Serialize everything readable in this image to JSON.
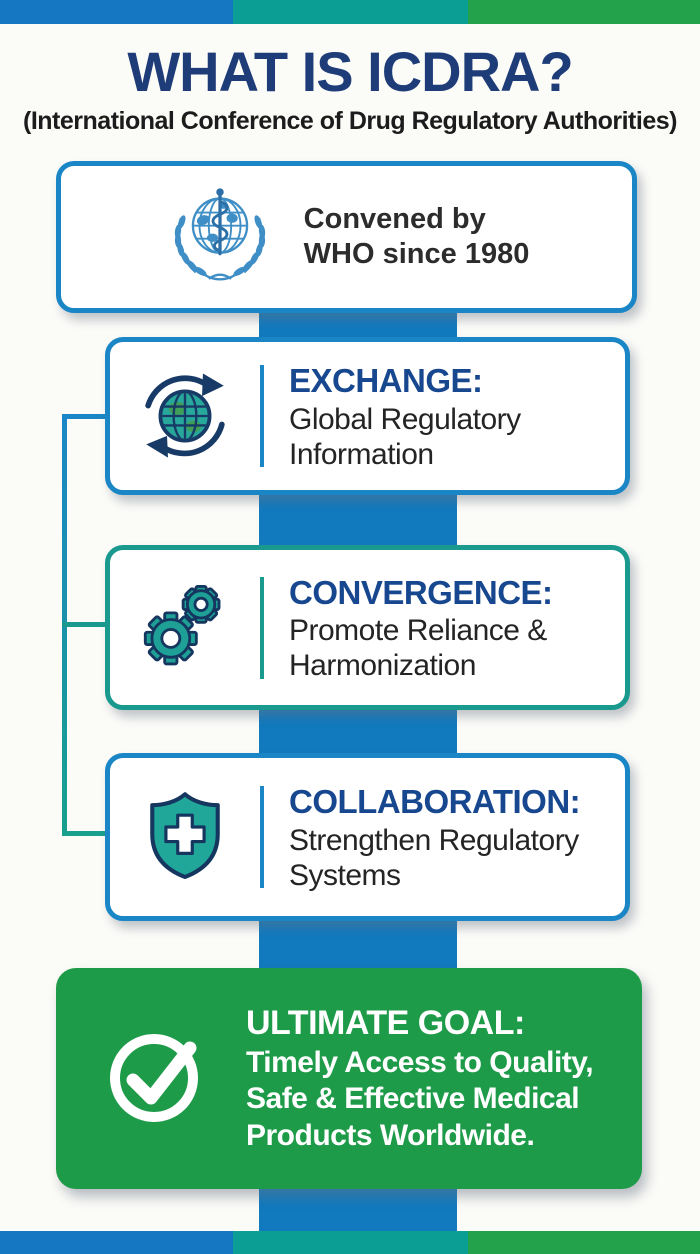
{
  "header": {
    "title": "WHAT IS ICDRA?",
    "subtitle": "(International Conference of Drug Regulatory Authorities)"
  },
  "who_card": {
    "icon": "who-logo-icon",
    "line1": "Convened by",
    "line2": "WHO since 1980"
  },
  "feature_cards": [
    {
      "icon": "globe-exchange-icon",
      "heading": "EXCHANGE:",
      "line1": "Global Regulatory",
      "line2": "Information",
      "accent": "#1b86c6"
    },
    {
      "icon": "gears-icon",
      "heading": "CONVERGENCE:",
      "line1": "Promote Reliance &",
      "line2": "Harmonization",
      "accent": "#1a9a8e"
    },
    {
      "icon": "shield-cross-icon",
      "heading": "COLLABORATION:",
      "line1": "Strengthen Regulatory",
      "line2": "Systems",
      "accent": "#1b86c6"
    }
  ],
  "goal_card": {
    "icon": "check-circle-icon",
    "heading": "ULTIMATE GOAL:",
    "line1": "Timely Access to Quality,",
    "line2": "Safe & Effective Medical",
    "line3": "Products Worldwide."
  },
  "colors": {
    "bar_blue": "#1577c2",
    "bar_teal": "#0b9e94",
    "bar_green": "#24a24b",
    "spine_blue": "#1179bd",
    "border_blue": "#1b86c6",
    "border_teal": "#1a9a8e",
    "title_navy": "#1e3c78",
    "heading_navy": "#17478e",
    "goal_green": "#1d9b48",
    "who_logo_blue": "#3f8fc6",
    "icon_navy": "#14365f",
    "icon_teal": "#1fa096"
  }
}
